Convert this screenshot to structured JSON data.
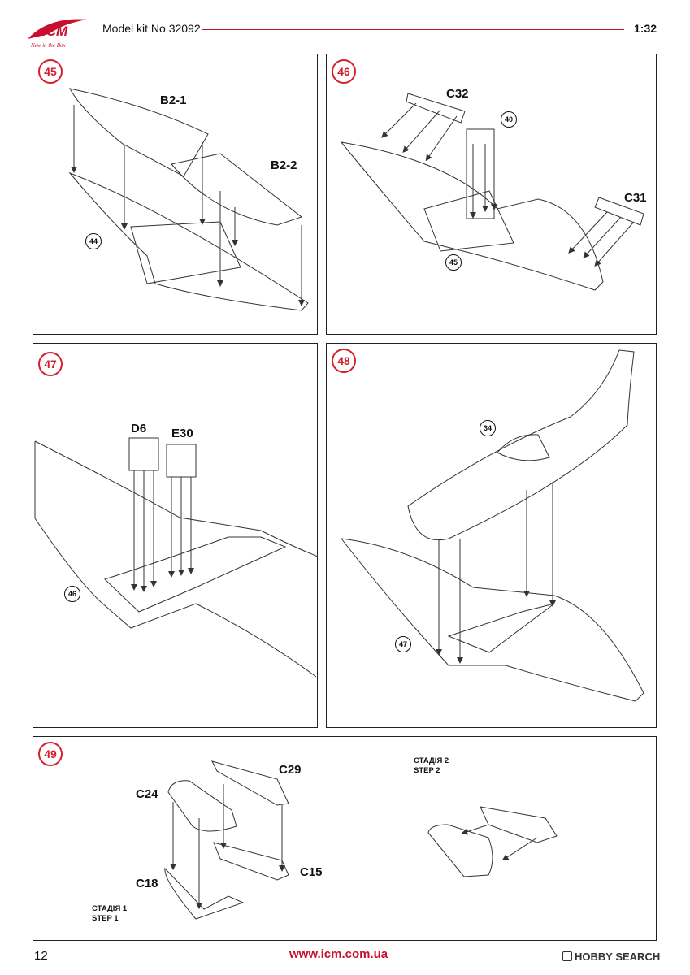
{
  "header": {
    "logo_text": "ICM",
    "logo_tagline": "New in the Box",
    "model_kit": "Model kit No 32092",
    "scale": "1:32"
  },
  "steps": [
    {
      "number": "45",
      "labels": [
        "B2-1",
        "B2-2"
      ],
      "refs": [
        "44"
      ]
    },
    {
      "number": "46",
      "labels": [
        "C32",
        "C31"
      ],
      "refs": [
        "40",
        "45"
      ]
    },
    {
      "number": "47",
      "labels": [
        "D6",
        "E30"
      ],
      "refs": [
        "46"
      ]
    },
    {
      "number": "48",
      "labels": [],
      "refs": [
        "34",
        "47"
      ]
    },
    {
      "number": "49",
      "labels": [
        "C29",
        "C24",
        "C15",
        "C18"
      ],
      "refs": [],
      "stage1": [
        "СТАДІЯ 1",
        "STEP 1"
      ],
      "stage2": [
        "СТАДІЯ 2",
        "STEP 2"
      ]
    }
  ],
  "footer": {
    "page_number": "12",
    "url": "www.icm.com.ua",
    "watermark": "HOBBY SEARCH"
  },
  "colors": {
    "accent": "#d41f2c",
    "line": "#222222"
  }
}
